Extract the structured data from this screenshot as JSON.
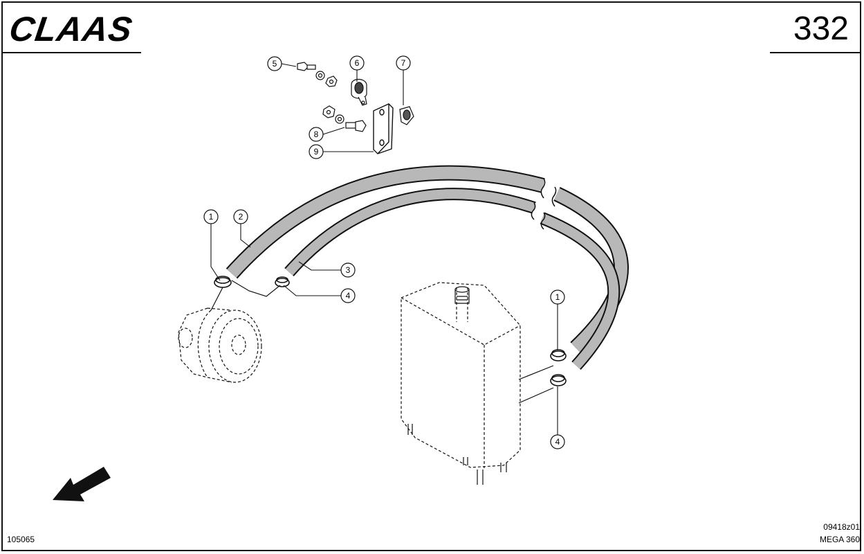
{
  "header": {
    "brand": "CLAAS",
    "page_number": "332"
  },
  "footer": {
    "left_code": "105065",
    "drawing_code": "09418z01",
    "model": "MEGA 360"
  },
  "callouts": [
    "1",
    "2",
    "3",
    "4",
    "5",
    "6",
    "7",
    "8",
    "9",
    "1",
    "4"
  ],
  "icons": {
    "direction": "arrow-down-left-icon"
  }
}
